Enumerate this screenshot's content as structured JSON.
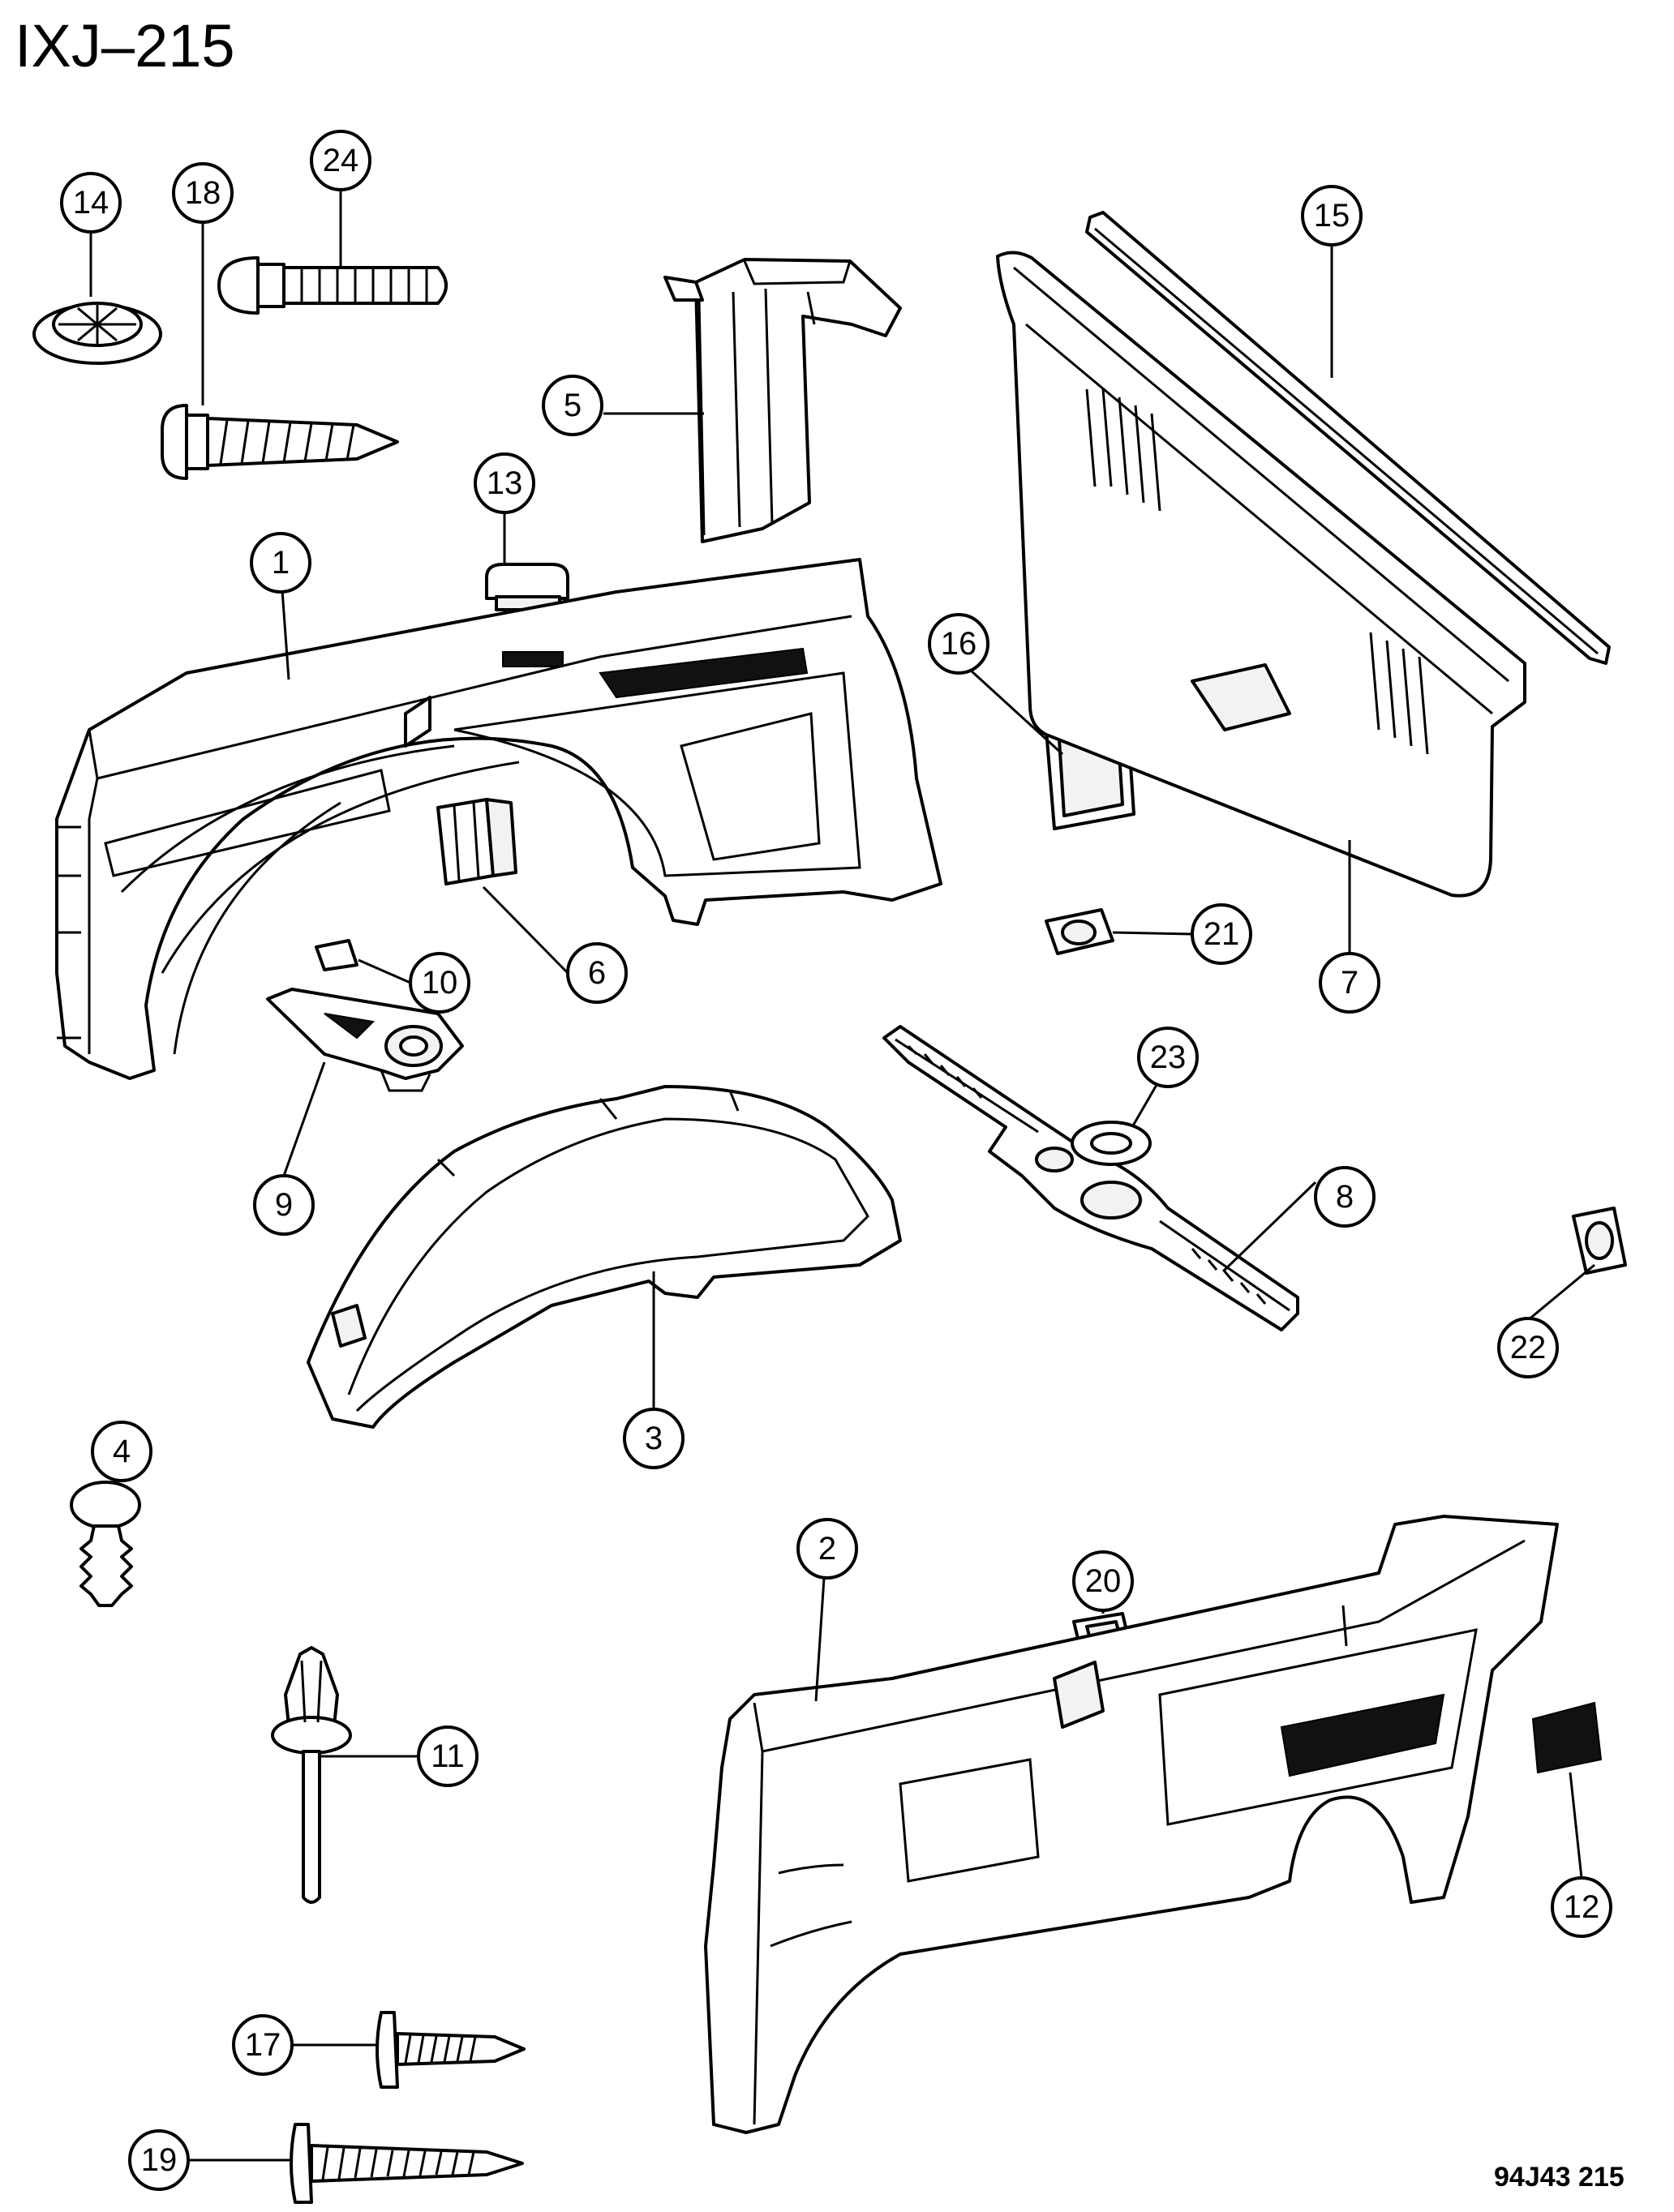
{
  "diagram_id": "IXJ–215",
  "footer_code": "94J43 215",
  "callouts": [
    {
      "n": "1"
    },
    {
      "n": "2"
    },
    {
      "n": "3"
    },
    {
      "n": "4"
    },
    {
      "n": "5"
    },
    {
      "n": "6"
    },
    {
      "n": "7"
    },
    {
      "n": "8"
    },
    {
      "n": "9"
    },
    {
      "n": "10"
    },
    {
      "n": "11"
    },
    {
      "n": "12"
    },
    {
      "n": "13"
    },
    {
      "n": "14"
    },
    {
      "n": "15"
    },
    {
      "n": "16"
    },
    {
      "n": "17"
    },
    {
      "n": "18"
    },
    {
      "n": "19"
    },
    {
      "n": "20"
    },
    {
      "n": "21"
    },
    {
      "n": "22"
    },
    {
      "n": "23"
    },
    {
      "n": "24"
    }
  ]
}
